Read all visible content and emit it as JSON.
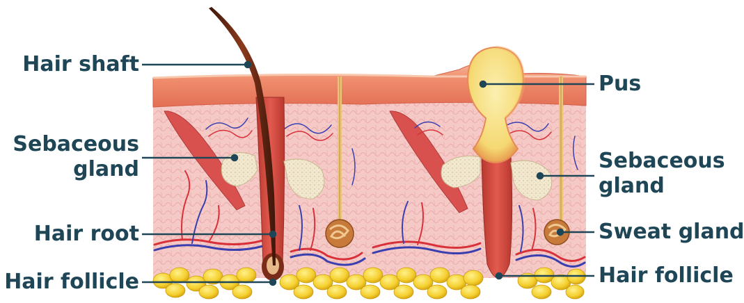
{
  "labels": {
    "hair_shaft": "Hair shaft",
    "sebaceous_gland_left": [
      "Sebaceous",
      "gland"
    ],
    "hair_root": "Hair root",
    "hair_follicle_left": "Hair follicle",
    "pus": "Pus",
    "sebaceous_gland_right": [
      "Sebaceous",
      "gland"
    ],
    "sweat_gland": "Sweat gland",
    "hair_follicle_right": "Hair follicle"
  },
  "colors": {
    "label_text": "#1f4656",
    "leader_line": "#1f4656",
    "epidermis": "#ee8a6e",
    "dermis": "#f4c9c6",
    "fat": "#f5d232",
    "muscle": "#d8514f",
    "hair": "#6b2a16",
    "gland": "#f0e6cc",
    "pus": "#f7e089",
    "artery": "#d8313a",
    "vein": "#3a3fb0"
  }
}
